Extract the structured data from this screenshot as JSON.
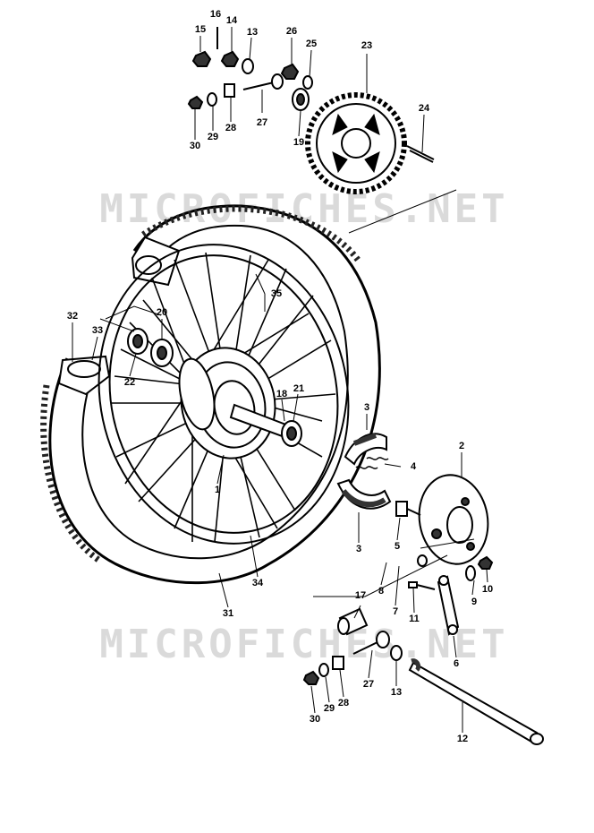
{
  "watermark": {
    "text": "MICROFICHES.NET"
  },
  "labels": {
    "p1": "1",
    "p2": "2",
    "p3a": "3",
    "p3b": "3",
    "p4": "4",
    "p5": "5",
    "p6": "6",
    "p7": "7",
    "p8": "8",
    "p9": "9",
    "p10": "10",
    "p11": "11",
    "p12": "12",
    "p13a": "13",
    "p13b": "13",
    "p14": "14",
    "p15": "15",
    "p16": "16",
    "p17": "17",
    "p18": "18",
    "p19": "19",
    "p20": "20",
    "p21": "21",
    "p22": "22",
    "p23": "23",
    "p24": "24",
    "p25": "25",
    "p26": "26",
    "p27a": "27",
    "p27b": "27",
    "p28a": "28",
    "p28b": "28",
    "p29a": "29",
    "p29b": "29",
    "p30a": "30",
    "p30b": "30",
    "p31": "31",
    "p32": "32",
    "p33": "33",
    "p34": "34",
    "p35": "35"
  }
}
